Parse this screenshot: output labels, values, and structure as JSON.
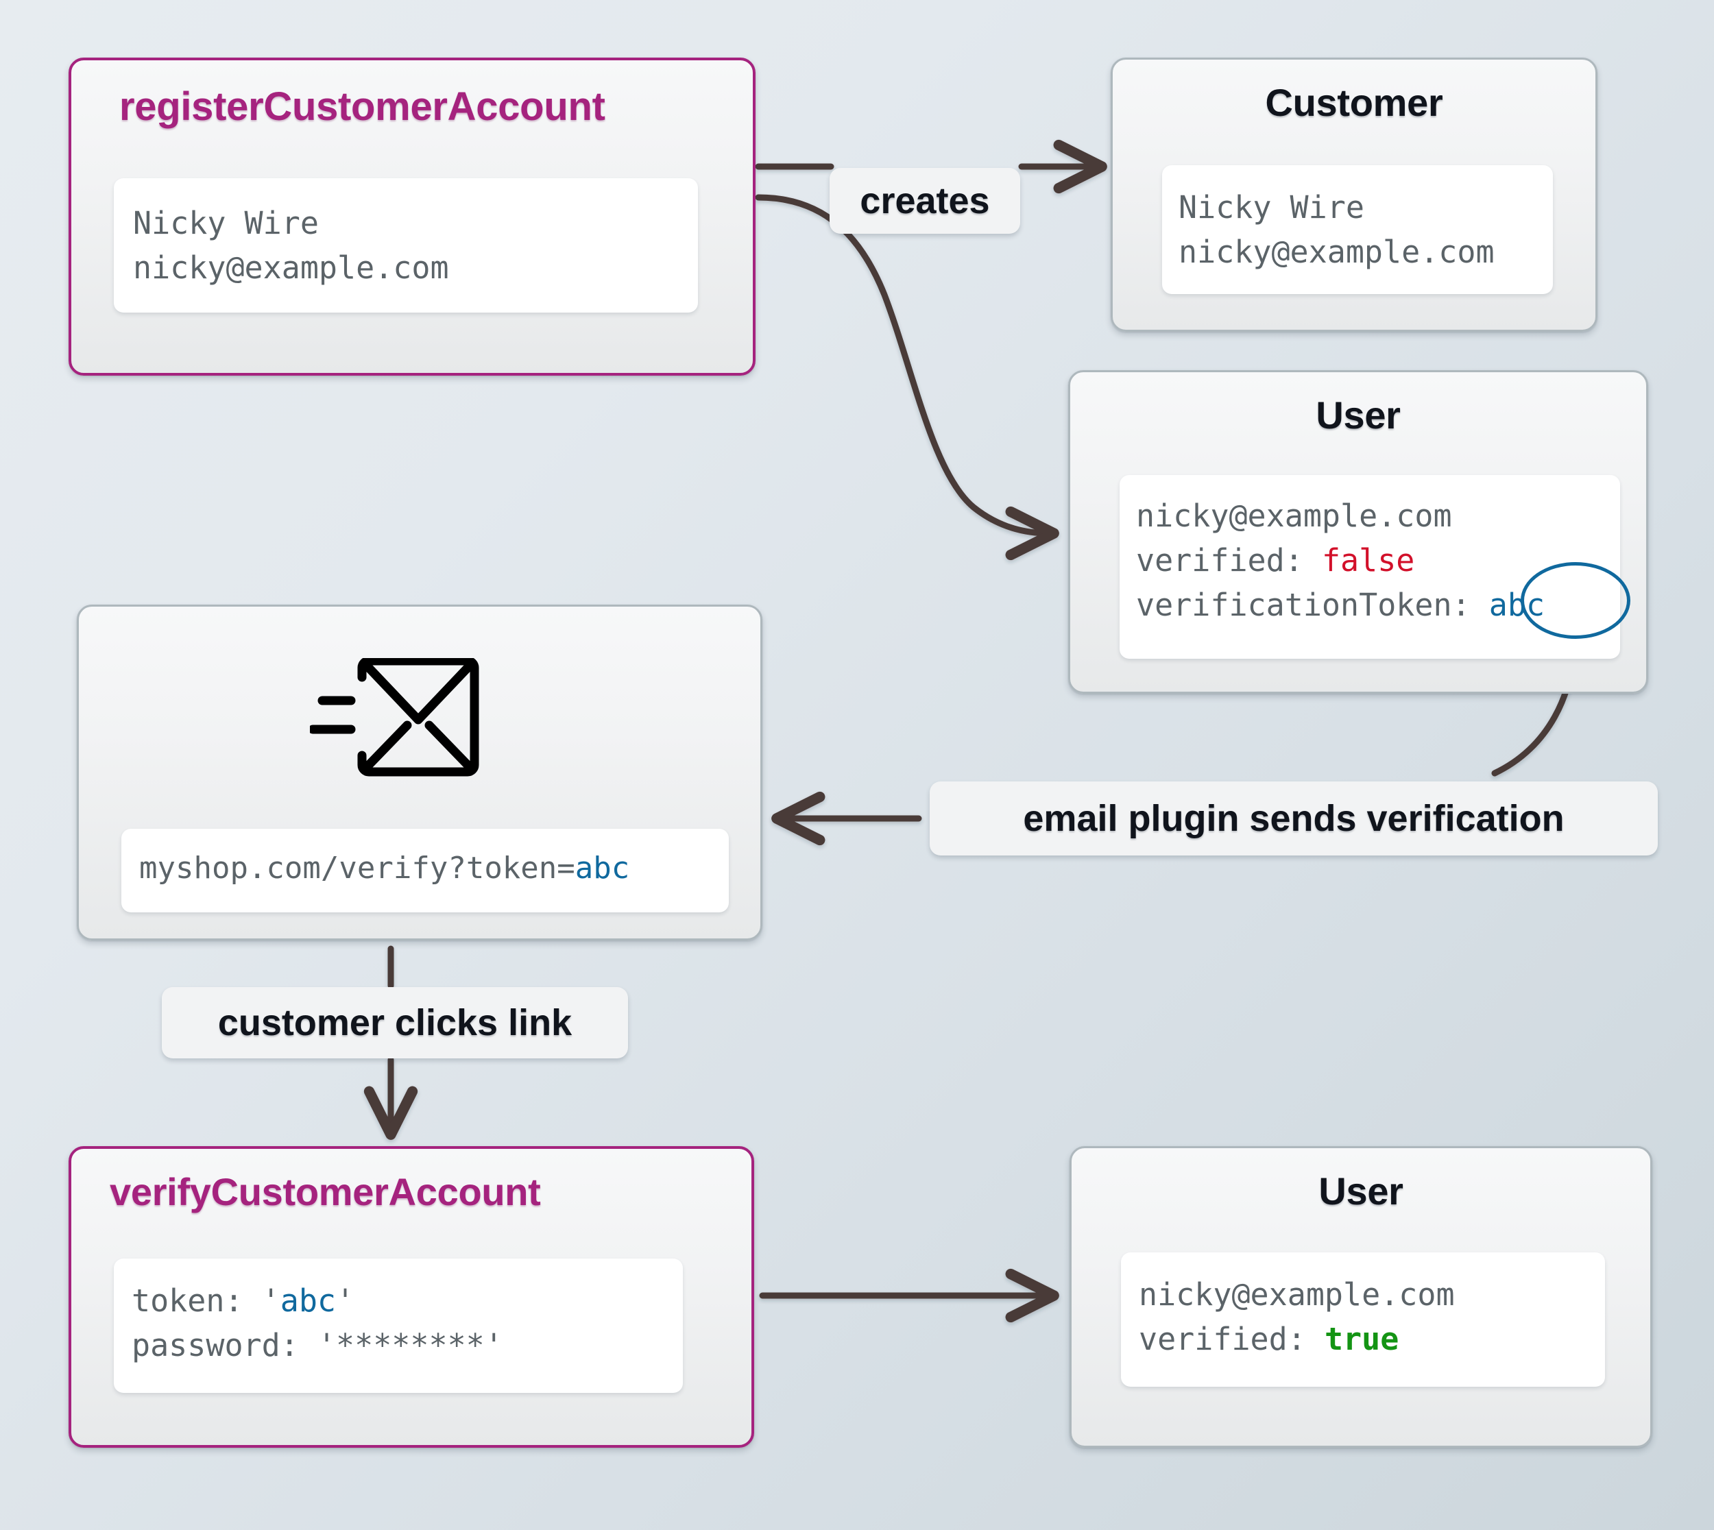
{
  "diagram": {
    "title": "Customer account registration and email verification flow",
    "colors": {
      "accent": "#a5237e",
      "token": "#10699e",
      "false": "#d2102a",
      "true": "#149414",
      "arrow": "#4a3a38",
      "node_border": "#aeb8bd",
      "background_from": "#e7ecf0",
      "background_to": "#ccd6dc"
    }
  },
  "nodes": {
    "register": {
      "title": "registerCustomerAccount",
      "lines": [
        "Nicky Wire",
        "nicky@example.com"
      ]
    },
    "customer": {
      "title": "Customer",
      "lines": [
        "Nicky Wire",
        "nicky@example.com"
      ]
    },
    "user_unverified": {
      "title": "User",
      "email": "nicky@example.com",
      "verified_key": "verified: ",
      "verified_value": "false",
      "token_key": "verificationToken: ",
      "token_value": "abc"
    },
    "email": {
      "icon": "send-email-envelope-icon",
      "url_prefix": "myshop.com/verify?token=",
      "url_token": "abc"
    },
    "verify": {
      "title": "verifyCustomerAccount",
      "token_key": "token: ",
      "token_open_quote": "'",
      "token_value": "abc",
      "token_close_quote": "'",
      "password_key": "password: ",
      "password_value": "'********'"
    },
    "user_verified": {
      "title": "User",
      "email": "nicky@example.com",
      "verified_key": "verified: ",
      "verified_value": "true"
    }
  },
  "edges": {
    "creates": "creates",
    "email_plugin": "email plugin sends verification",
    "clicks_link": "customer clicks link"
  }
}
